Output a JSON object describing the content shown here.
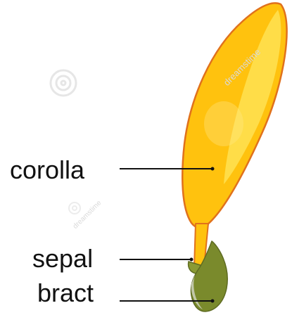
{
  "diagram": {
    "labels": {
      "corolla": "corolla",
      "sepal": "sepal",
      "bract": "bract"
    },
    "watermark": "dreamstime",
    "colors": {
      "corolla_fill": "#FFC20E",
      "corolla_highlight": "#FFE55C",
      "corolla_outline": "#E0711C",
      "sepal_fill": "#FFC20E",
      "bract_fill": "#7A8A2C",
      "bract_outline": "#5E6B22",
      "leader_line": "#111111"
    }
  }
}
